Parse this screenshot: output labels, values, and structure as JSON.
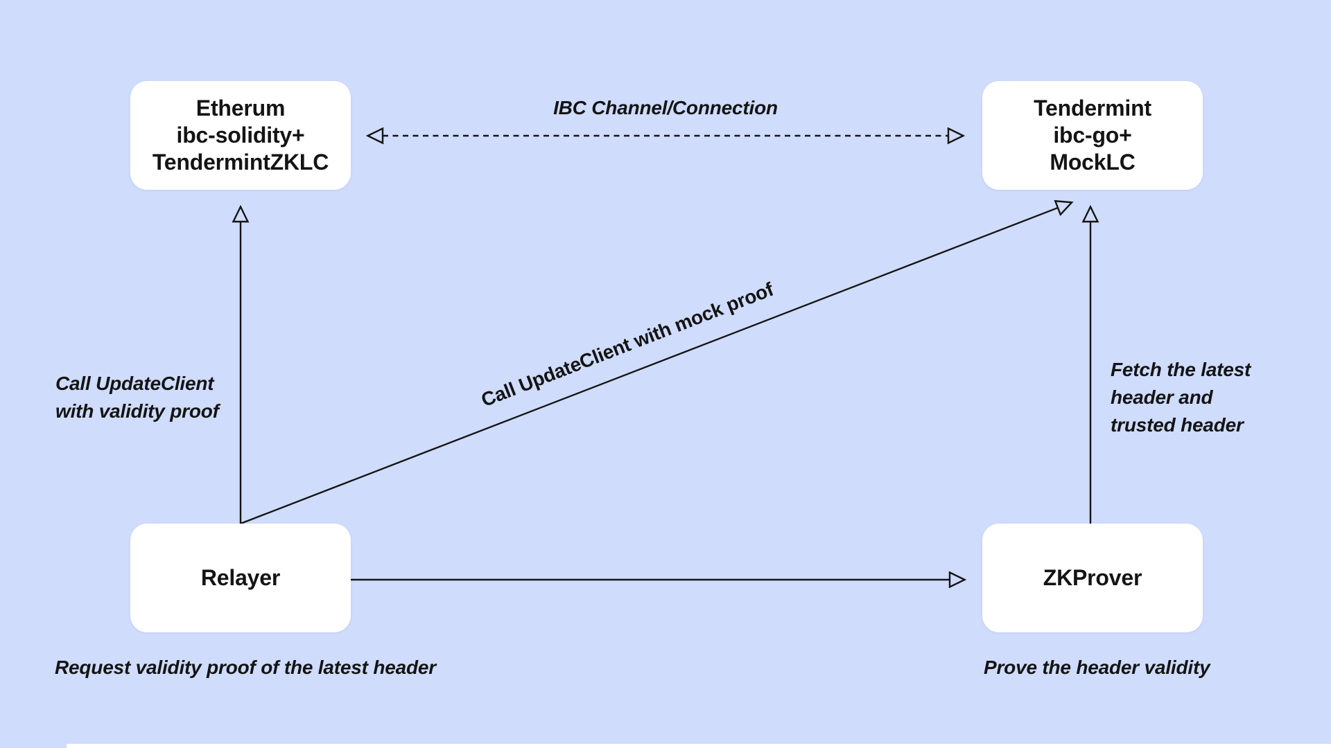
{
  "colors": {
    "background": "#cfdcfc",
    "node_background": "#ffffff",
    "line": "#141414",
    "text": "#141414"
  },
  "nodes": {
    "ethereum": {
      "lines": [
        "Etherum",
        "ibc-solidity+",
        "TendermintZKLC"
      ]
    },
    "tendermint": {
      "lines": [
        "Tendermint",
        "ibc-go+",
        "MockLC"
      ]
    },
    "relayer": {
      "lines": [
        "Relayer"
      ]
    },
    "zkprover": {
      "lines": [
        "ZKProver"
      ]
    }
  },
  "edges": {
    "ibc_channel": {
      "label": "IBC Channel/Connection",
      "style": "dashed",
      "direction": "both"
    },
    "update_client_validity": {
      "lines": [
        "Call UpdateClient",
        "with validity proof"
      ],
      "from": "relayer",
      "to": "ethereum"
    },
    "update_client_mock": {
      "label": "Call UpdateClient with mock proof",
      "from": "relayer",
      "to": "tendermint"
    },
    "fetch_headers": {
      "lines": [
        "Fetch the latest",
        "header and",
        "trusted header"
      ],
      "from": "zkprover",
      "to": "tendermint"
    },
    "request_proof": {
      "from": "relayer",
      "to": "zkprover"
    }
  },
  "captions": {
    "relayer": "Request validity proof of the latest header",
    "zkprover": "Prove the header validity"
  }
}
